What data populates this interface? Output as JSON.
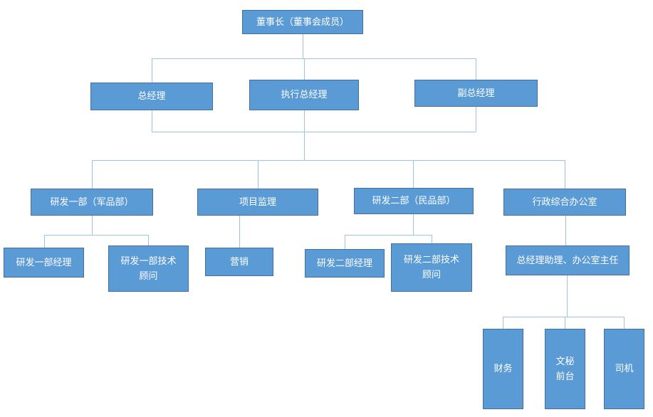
{
  "diagram": {
    "type": "org-chart",
    "colors": {
      "node_fill": "#5B9BD5",
      "node_border": "#41719C",
      "connector": "#9DC3E6",
      "text": "#FFFFFF"
    },
    "nodes": [
      {
        "id": "chairman",
        "label": "董事长（董事会成员）",
        "level": 1,
        "parent": null
      },
      {
        "id": "general-manager",
        "label": "总经理",
        "level": 2,
        "parent": "chairman"
      },
      {
        "id": "executive-general-manager",
        "label": "执行总经理",
        "level": 2,
        "parent": "chairman"
      },
      {
        "id": "deputy-general-manager",
        "label": "副总经理",
        "level": 2,
        "parent": "chairman"
      },
      {
        "id": "rd-dept1-military",
        "label": "研发一部（军品部）",
        "level": 3,
        "parent": "executive-general-manager"
      },
      {
        "id": "project-supervision",
        "label": "项目监理",
        "level": 3,
        "parent": "executive-general-manager"
      },
      {
        "id": "rd-dept2-civilian",
        "label": "研发二部（民品部）",
        "level": 3,
        "parent": "executive-general-manager"
      },
      {
        "id": "admin-general-office",
        "label": "行政综合办公室",
        "level": 3,
        "parent": "executive-general-manager"
      },
      {
        "id": "rd1-manager",
        "label": "研发一部经理",
        "level": 4,
        "parent": "rd-dept1-military"
      },
      {
        "id": "rd1-tech-advisor",
        "label": "研发一部技术\n顾问",
        "level": 4,
        "parent": "rd-dept1-military"
      },
      {
        "id": "marketing",
        "label": "营销",
        "level": 4,
        "parent": "project-supervision"
      },
      {
        "id": "rd2-manager",
        "label": "研发二部经理",
        "level": 4,
        "parent": "rd-dept2-civilian"
      },
      {
        "id": "rd2-tech-advisor",
        "label": "研发二部技术\n顾问",
        "level": 4,
        "parent": "rd-dept2-civilian"
      },
      {
        "id": "gm-assistant-office-director",
        "label": "总经理助理、办公室主任",
        "level": 4,
        "parent": "admin-general-office"
      },
      {
        "id": "finance",
        "label": "财务",
        "level": 5,
        "parent": "gm-assistant-office-director"
      },
      {
        "id": "secretary-front-desk",
        "label": "文秘\n前台",
        "level": 5,
        "parent": "gm-assistant-office-director"
      },
      {
        "id": "driver",
        "label": "司机",
        "level": 5,
        "parent": "gm-assistant-office-director"
      }
    ]
  }
}
